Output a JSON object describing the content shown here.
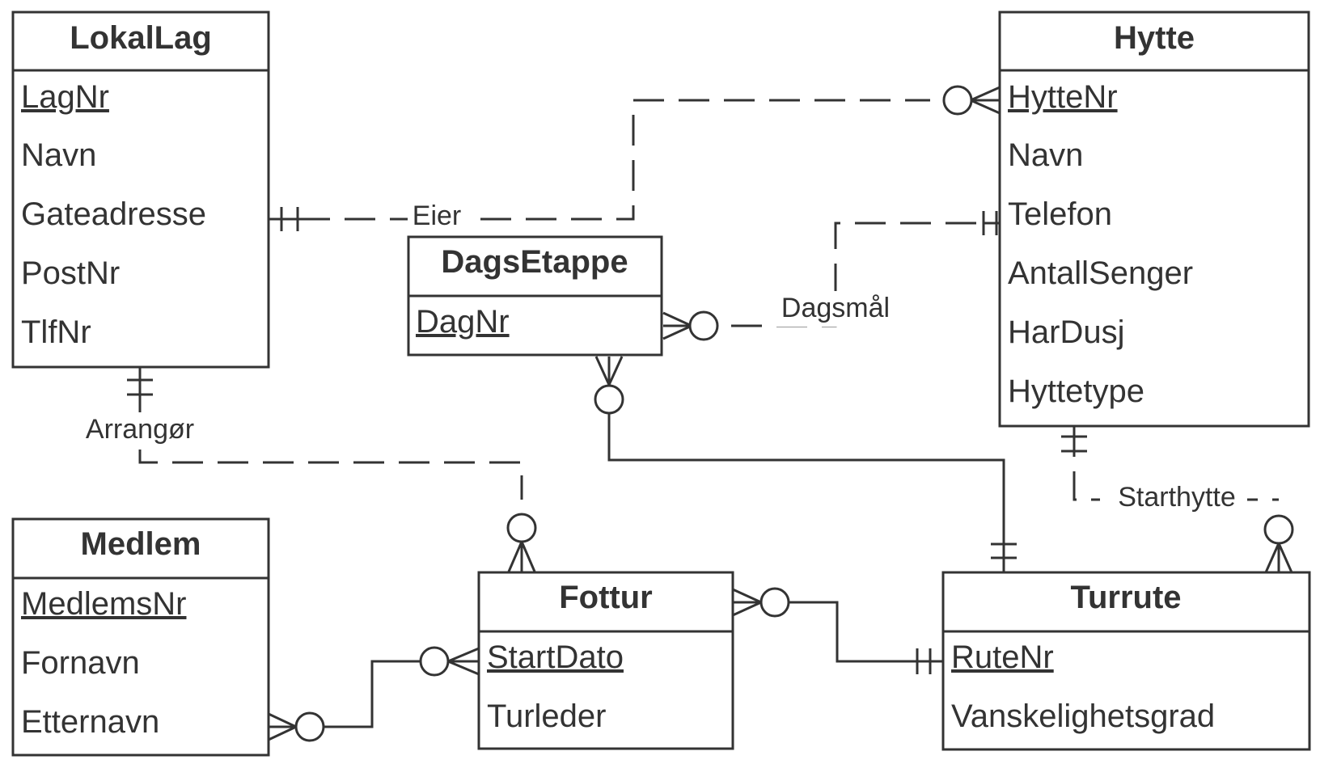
{
  "entities": {
    "lokallag": {
      "name": "LokalLag",
      "pk": "LagNr",
      "attrs": [
        "Navn",
        "Gateadresse",
        "PostNr",
        "TlfNr"
      ]
    },
    "hytte": {
      "name": "Hytte",
      "pk": "HytteNr",
      "attrs": [
        "Navn",
        "Telefon",
        "AntallSenger",
        "HarDusj",
        "Hyttetype"
      ]
    },
    "dagsetappe": {
      "name": "DagsEtappe",
      "pk": "DagNr",
      "attrs": []
    },
    "medlem": {
      "name": "Medlem",
      "pk": "MedlemsNr",
      "attrs": [
        "Fornavn",
        "Etternavn"
      ]
    },
    "fottur": {
      "name": "Fottur",
      "pk": "StartDato",
      "attrs": [
        "Turleder"
      ]
    },
    "turrute": {
      "name": "Turrute",
      "pk": "RuteNr",
      "attrs": [
        "Vanskelighetsgrad"
      ]
    }
  },
  "relationships": {
    "eier": "Eier",
    "dagsmal": "Dagsmål",
    "arrangor": "Arrangør",
    "starthytte": "Starthytte"
  }
}
